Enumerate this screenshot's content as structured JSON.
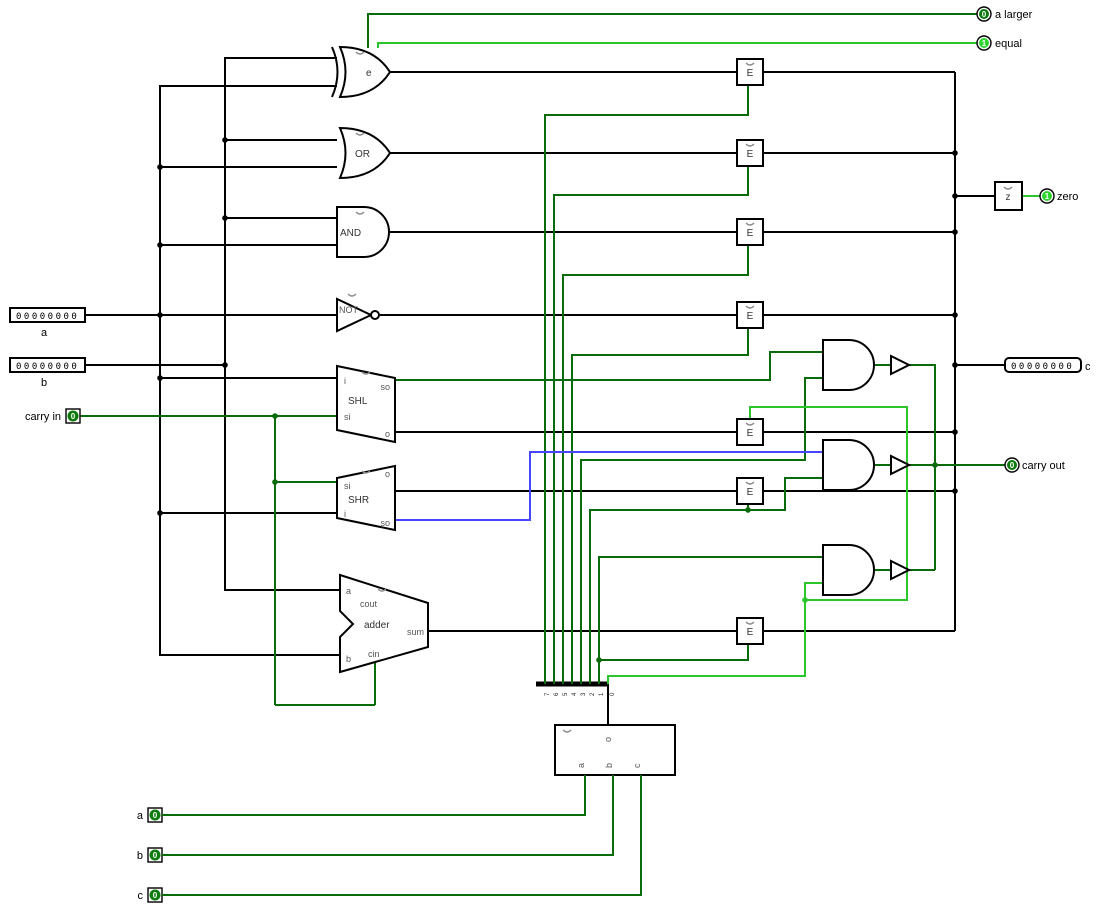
{
  "inputs": {
    "a": {
      "label": "a",
      "value": "00000000"
    },
    "b": {
      "label": "b",
      "value": "00000000"
    },
    "carry_in": {
      "label": "carry in",
      "value": "0"
    },
    "sel_a": {
      "label": "a",
      "value": "0"
    },
    "sel_b": {
      "label": "b",
      "value": "0"
    },
    "sel_c": {
      "label": "c",
      "value": "0"
    }
  },
  "outputs": {
    "a_larger": {
      "label": "a larger",
      "value": "0"
    },
    "equal": {
      "label": "equal",
      "value": "1"
    },
    "zero": {
      "label": "zero",
      "value": "1"
    },
    "c": {
      "label": "c",
      "value": "00000000"
    },
    "carry_out": {
      "label": "carry out",
      "value": "0"
    }
  },
  "components": {
    "xor": {
      "label": "e"
    },
    "or": {
      "label": "OR"
    },
    "and": {
      "label": "AND"
    },
    "not": {
      "label": "NOT"
    },
    "shl": {
      "name": "SHL",
      "ports": {
        "i": "i",
        "si": "si",
        "so": "so",
        "o": "o"
      }
    },
    "shr": {
      "name": "SHR",
      "ports": {
        "si": "si",
        "i": "i",
        "o": "o",
        "so": "so"
      }
    },
    "adder": {
      "name": "adder",
      "ports": {
        "a": "a",
        "b": "b",
        "cin": "cin",
        "cout": "cout",
        "sum": "sum"
      }
    },
    "enable": {
      "label": "E"
    },
    "zero_detector": {
      "label": "z"
    },
    "decoder": {
      "inputs": [
        "a",
        "b",
        "c"
      ],
      "output": "o"
    },
    "splitter": {
      "bits": [
        "7",
        "6",
        "5",
        "4",
        "3",
        "2",
        "1",
        "0"
      ]
    }
  }
}
